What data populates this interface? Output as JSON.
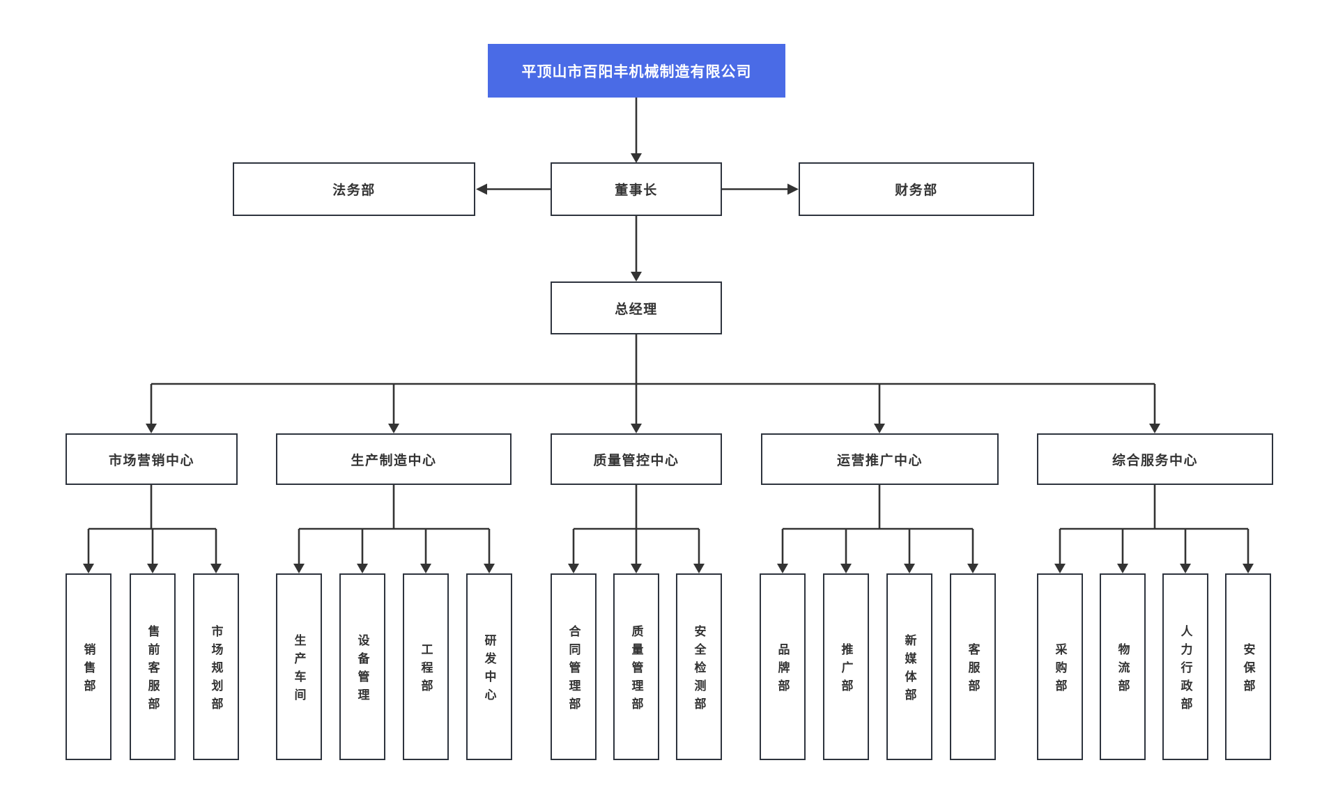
{
  "colors": {
    "root_bg": "#4a6be6",
    "root_text": "#ffffff",
    "box_bg": "#ffffff",
    "box_border": "#2d333d",
    "text": "#333333",
    "line": "#333333",
    "canvas_bg": "#ffffff"
  },
  "root": {
    "label": "平顶山市百阳丰机械制造有限公司"
  },
  "executives": {
    "chairman": {
      "label": "董事长"
    },
    "legal": {
      "label": "法务部"
    },
    "finance": {
      "label": "财务部"
    },
    "general_manager": {
      "label": "总经理"
    }
  },
  "centers": [
    {
      "label": "市场营销中心",
      "departments": [
        "销售部",
        "售前客服部",
        "市场规划部"
      ]
    },
    {
      "label": "生产制造中心",
      "departments": [
        "生产车间",
        "设备管理",
        "工程部",
        "研发中心"
      ]
    },
    {
      "label": "质量管控中心",
      "departments": [
        "合同管理部",
        "质量管理部",
        "安全检测部"
      ]
    },
    {
      "label": "运营推广中心",
      "departments": [
        "品牌部",
        "推广部",
        "新媒体部",
        "客服部"
      ]
    },
    {
      "label": "综合服务中心",
      "departments": [
        "采购部",
        "物流部",
        "人力行政部",
        "安保部"
      ]
    }
  ]
}
